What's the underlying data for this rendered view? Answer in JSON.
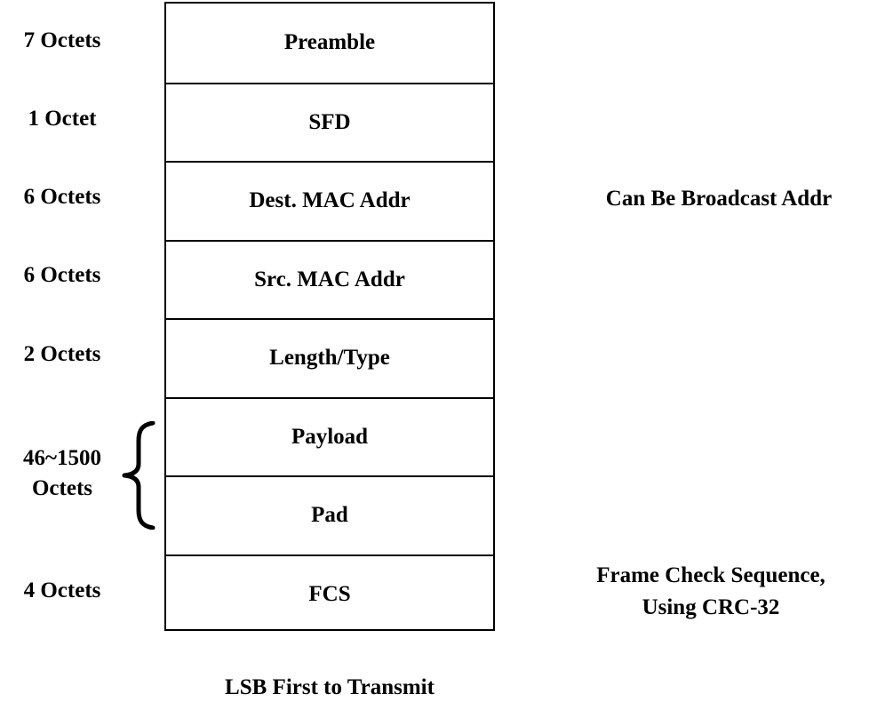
{
  "fields": [
    {
      "name": "Preamble",
      "size": "7 Octets"
    },
    {
      "name": "SFD",
      "size": "1 Octet"
    },
    {
      "name": "Dest. MAC Addr",
      "size": "6 Octets"
    },
    {
      "name": "Src. MAC Addr",
      "size": "6 Octets"
    },
    {
      "name": "Length/Type",
      "size": "2 Octets"
    },
    {
      "name": "Payload"
    },
    {
      "name": "Pad"
    },
    {
      "name": "FCS",
      "size": "4 Octets"
    }
  ],
  "payload_group": {
    "size_line1": "46~1500",
    "size_line2": "Octets"
  },
  "notes": {
    "dest_mac": "Can Be Broadcast Addr",
    "fcs_line1": "Frame Check Sequence,",
    "fcs_line2": "Using CRC-32"
  },
  "footer": "LSB First to Transmit"
}
